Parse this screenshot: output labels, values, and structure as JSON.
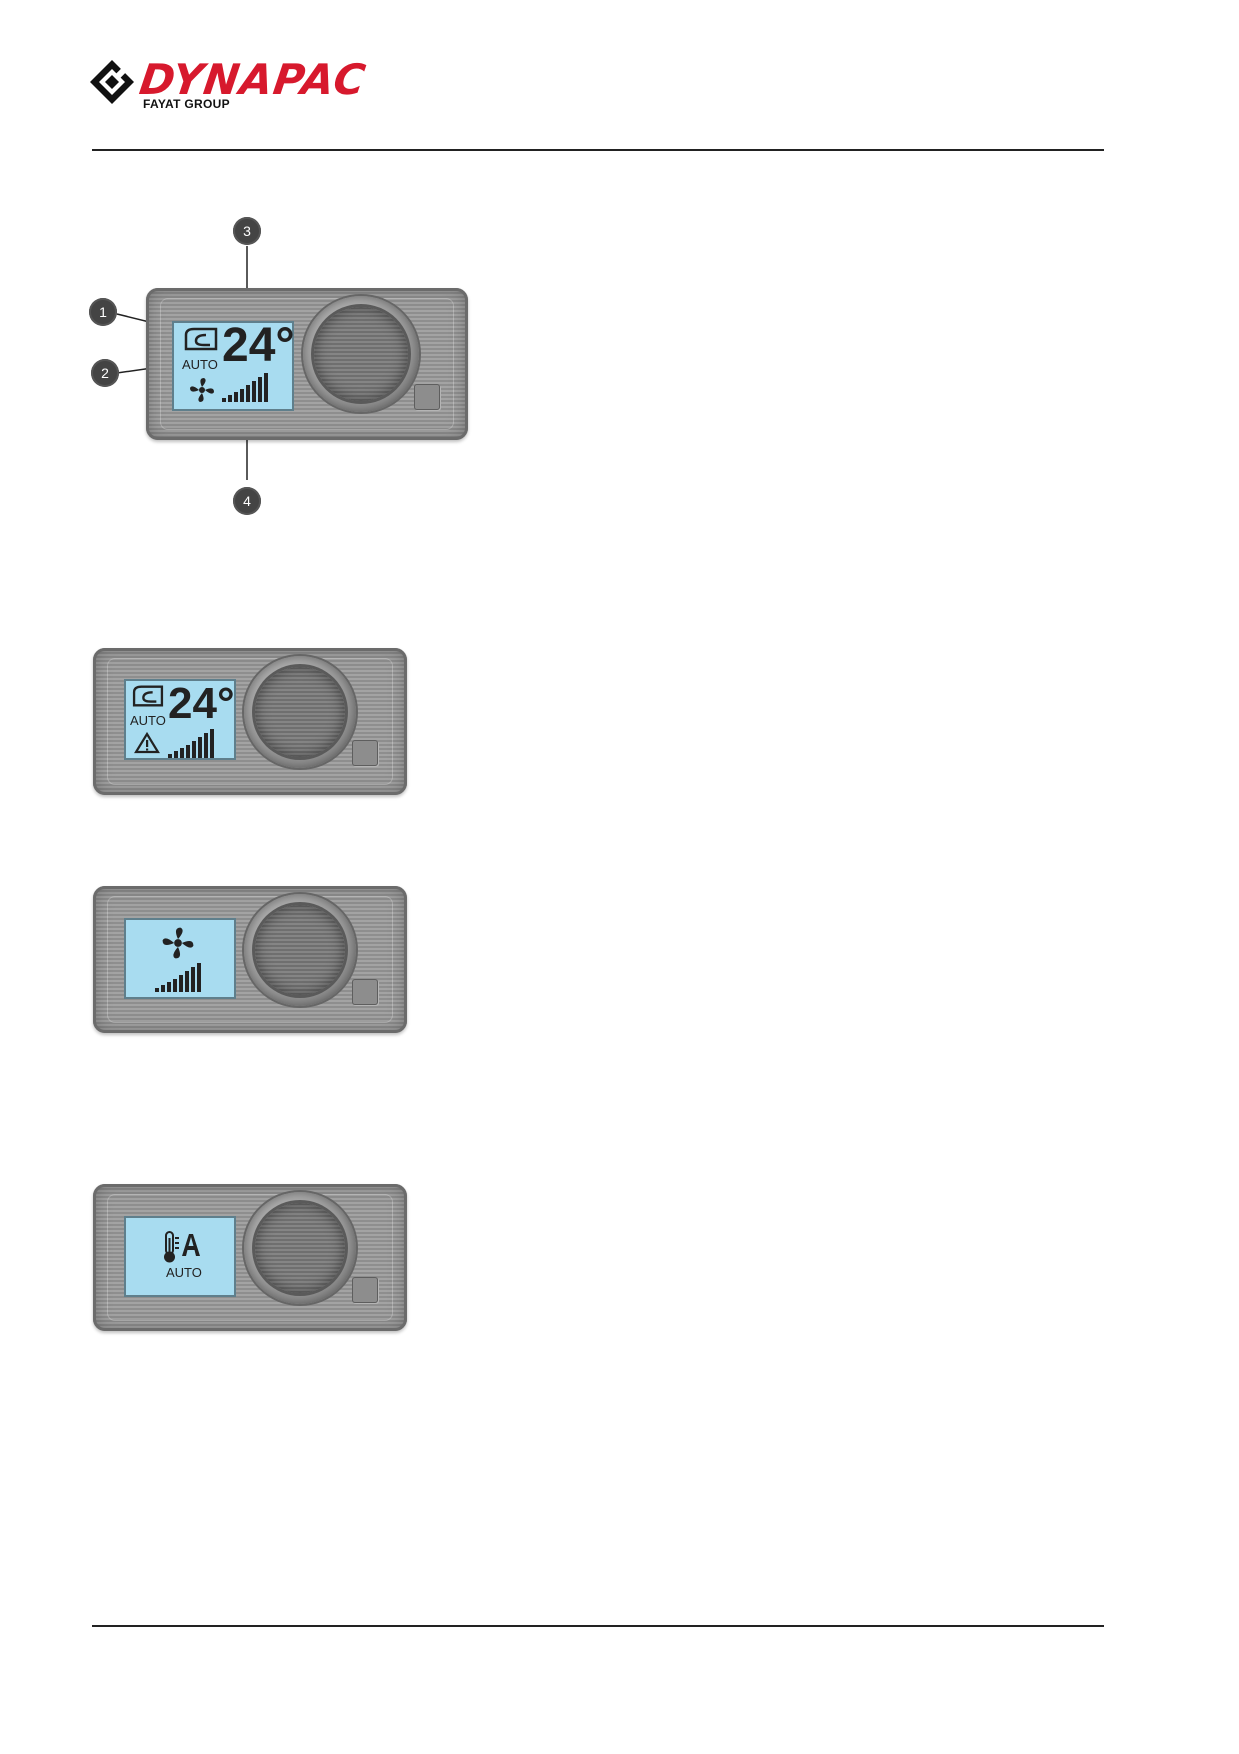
{
  "header": {
    "brand_name": "DYNAPAC",
    "brand_sub": "FAYAT GROUP",
    "brand_color": "#d7192d"
  },
  "figure_main": {
    "temperature": "24°",
    "mode_text": "AUTO",
    "callouts": [
      "1",
      "2",
      "3",
      "4"
    ]
  },
  "figure_alarm": {
    "temperature": "24°",
    "mode_text": "AUTO"
  },
  "figure_fan": {},
  "figure_auto_temp": {
    "mode_text": "AUTO"
  },
  "colors": {
    "lcd": "#a8dcf0",
    "panel": "#9a9a9a",
    "text": "#222222"
  }
}
